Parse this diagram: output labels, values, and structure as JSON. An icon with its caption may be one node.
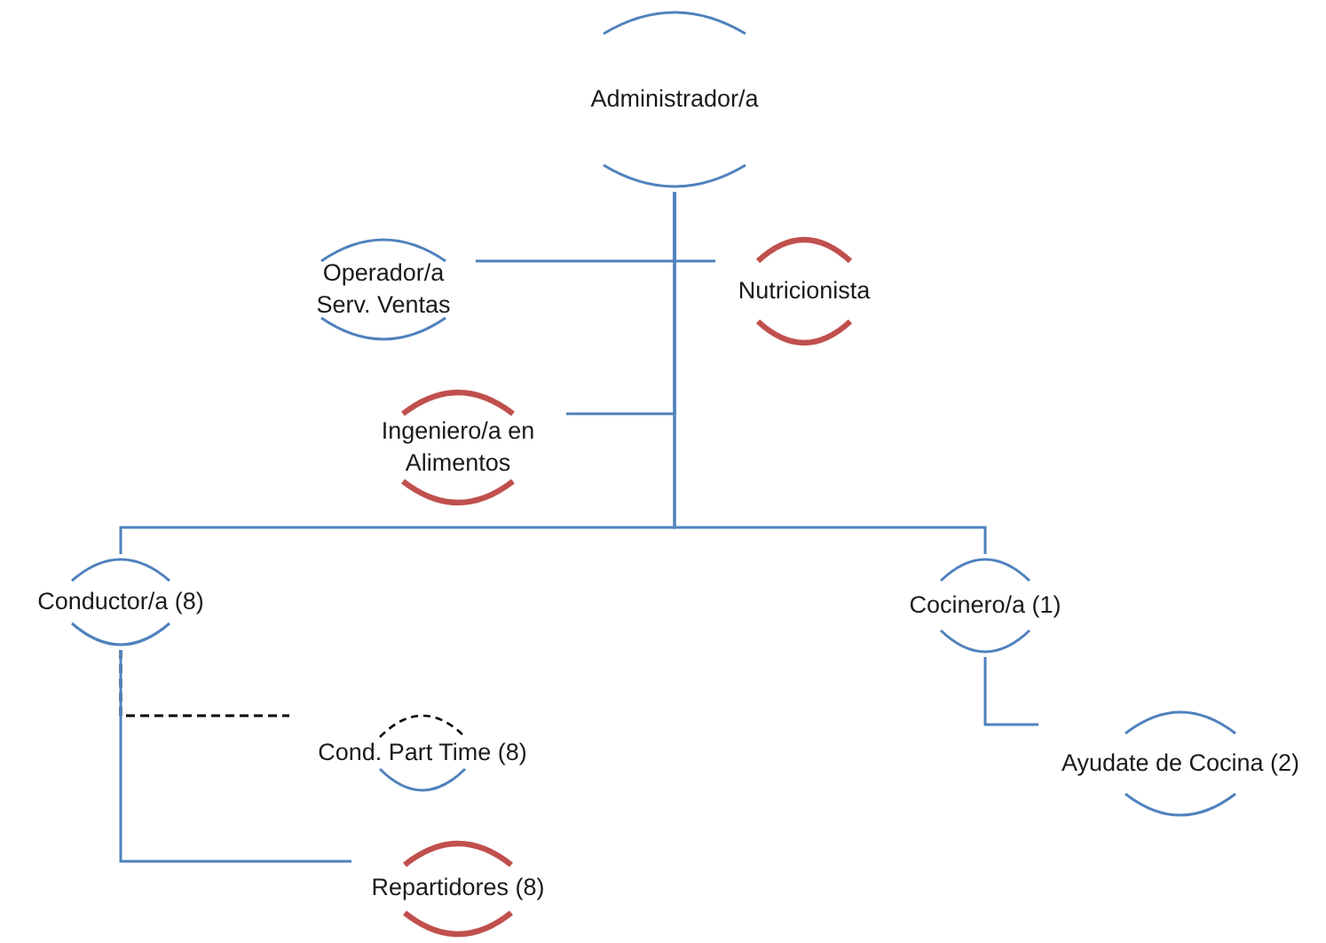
{
  "diagram": {
    "nodes": [
      {
        "text": [
          "Administrador/a"
        ]
      },
      {
        "text": [
          "Operador/a Serv. Ventas"
        ]
      },
      {
        "text": [
          "Nutricionista"
        ]
      },
      {
        "text": [
          "Ingeniero/a en Alimentos"
        ]
      },
      {
        "text": [
          "Conductor/a (8)"
        ]
      },
      {
        "text": [
          "Cocinero/a (1)"
        ]
      },
      {
        "text": [
          "Cond. Part Time (8)"
        ]
      },
      {
        "text": [
          "Repartidores (8)"
        ]
      },
      {
        "text": [
          "Ayudate de Cocina (2)"
        ]
      }
    ],
    "edges": [
      {
        "from": 0,
        "to": 1,
        "arrow": "none"
      },
      {
        "from": 0,
        "to": 2,
        "arrow": "none"
      },
      {
        "from": 0,
        "to": 3,
        "arrow": "none"
      },
      {
        "from": 0,
        "to": 4,
        "arrow": "none"
      },
      {
        "from": 0,
        "to": 5,
        "arrow": "none"
      },
      {
        "from": 4,
        "to": 6,
        "arrow": "none",
        "style": "dashed",
        "color": "#000000"
      },
      {
        "from": 4,
        "to": 7,
        "arrow": "none"
      },
      {
        "from": 5,
        "to": 8,
        "arrow": "none"
      }
    ]
  }
}
